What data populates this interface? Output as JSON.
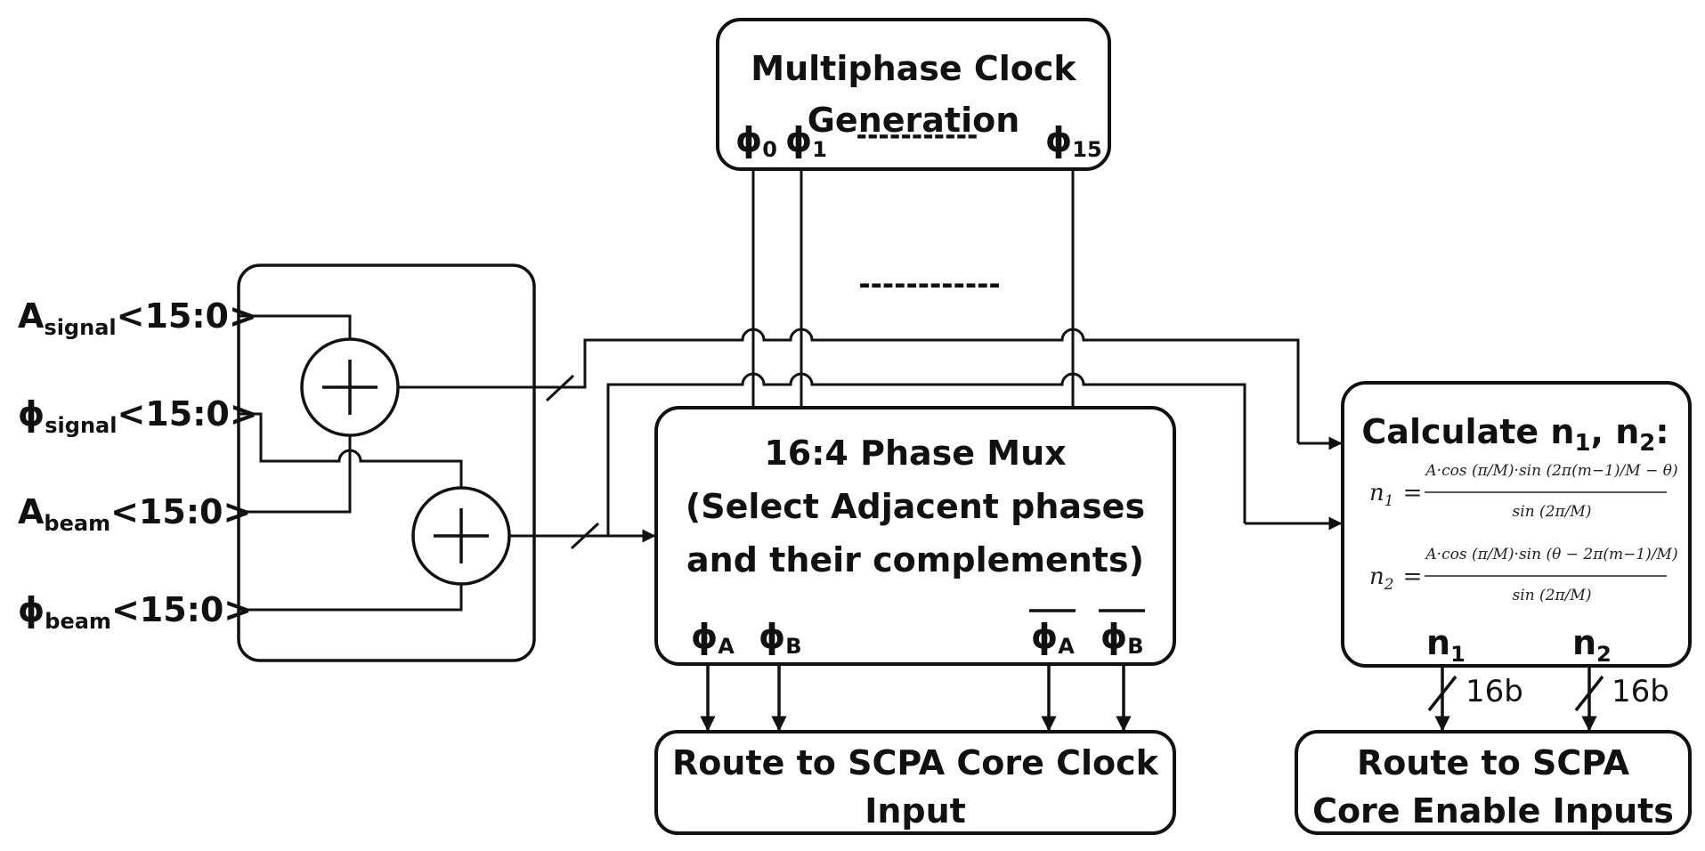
{
  "blocks": {
    "clock_gen": {
      "line1": "Multiphase Clock",
      "line2": "Generation",
      "dots": "-----------"
    },
    "phase_mux": {
      "line1": "16:4 Phase Mux",
      "line2": "(Select Adjacent phases",
      "line3": "and their complements)"
    },
    "calc": {
      "title": "Calculate n",
      "sub1": "1",
      "sep": ", n",
      "sub2": "2",
      "colon": ":"
    },
    "route_clock": {
      "line1": "Route to SCPA Core Clock",
      "line2": "Input"
    },
    "route_enable": {
      "line1": "Route to SCPA",
      "line2": "Core Enable Inputs"
    }
  },
  "inputs": [
    {
      "base": "A",
      "sub": "signal",
      "bus": "<15:0>"
    },
    {
      "base": "ϕ",
      "sub": "signal",
      "bus": "<15:0>"
    },
    {
      "base": "A",
      "sub": "beam",
      "bus": "<15:0>"
    },
    {
      "base": "ϕ",
      "sub": "beam",
      "bus": "<15:0>"
    }
  ],
  "clock_phases": [
    {
      "base": "ϕ",
      "sub": "0"
    },
    {
      "base": "ϕ",
      "sub": "1"
    },
    {
      "base": "ϕ",
      "sub": "15"
    }
  ],
  "mid_dots": "------------",
  "mux_outputs": [
    {
      "base": "ϕ",
      "sub": "A"
    },
    {
      "base": "ϕ",
      "sub": "B"
    },
    {
      "base": "ϕ",
      "sub": "A"
    },
    {
      "base": "ϕ",
      "sub": "B"
    }
  ],
  "calc_outputs": [
    {
      "base": "n",
      "sub": "1",
      "width": "16b"
    },
    {
      "base": "n",
      "sub": "2",
      "width": "16b"
    }
  ],
  "equations": {
    "n1": {
      "lhs": "n",
      "lhs_sub": "1",
      "eq": "=",
      "num": "A·cos (π/M)·sin (2π(m−1)/M − θ)",
      "den": "sin (2π/M)"
    },
    "n2": {
      "lhs": "n",
      "lhs_sub": "2",
      "eq": "=",
      "num": "A·cos (π/M)·sin (θ − 2π(m−1)/M)",
      "den": "sin (2π/M)"
    }
  },
  "colors": {
    "stroke": "#111111",
    "background": "#ffffff"
  }
}
